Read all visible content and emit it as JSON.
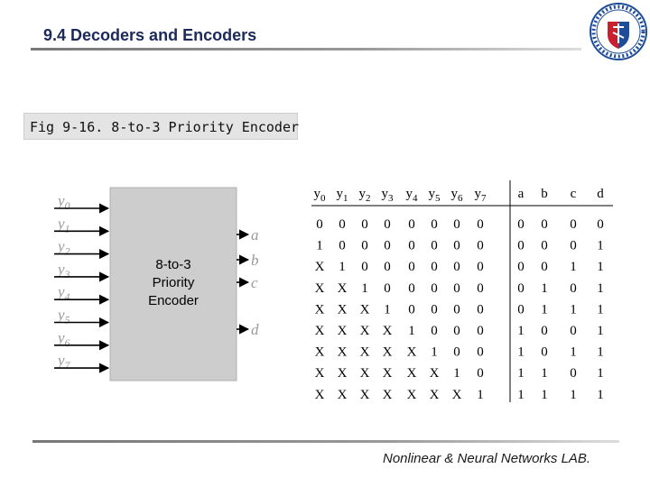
{
  "slide": {
    "title": "9.4 Decoders and Encoders",
    "caption": "Fig 9-16. 8-to-3 Priority Encoder",
    "footer": "Nonlinear & Neural Networks LAB."
  },
  "logo": {
    "name": "university-seal",
    "colors": {
      "ring": "#1f4c98",
      "shield_red": "#c8202f",
      "shield_blue": "#1f4c98"
    }
  },
  "diagram": {
    "block_lines": [
      "8-to-3",
      "Priority",
      "Encoder"
    ],
    "inputs": [
      {
        "base": "y",
        "sub": "0"
      },
      {
        "base": "y",
        "sub": "1"
      },
      {
        "base": "y",
        "sub": "2"
      },
      {
        "base": "y",
        "sub": "3"
      },
      {
        "base": "y",
        "sub": "4"
      },
      {
        "base": "y",
        "sub": "5"
      },
      {
        "base": "y",
        "sub": "6"
      },
      {
        "base": "y",
        "sub": "7"
      }
    ],
    "outputs": [
      "a",
      "b",
      "c",
      "d"
    ]
  },
  "truth_table": {
    "headers": [
      {
        "base": "y",
        "sub": "0"
      },
      {
        "base": "y",
        "sub": "1"
      },
      {
        "base": "y",
        "sub": "2"
      },
      {
        "base": "y",
        "sub": "3"
      },
      {
        "base": "y",
        "sub": "4"
      },
      {
        "base": "y",
        "sub": "5"
      },
      {
        "base": "y",
        "sub": "6"
      },
      {
        "base": "y",
        "sub": "7"
      },
      {
        "base": "a",
        "sub": ""
      },
      {
        "base": "b",
        "sub": ""
      },
      {
        "base": "c",
        "sub": ""
      },
      {
        "base": "d",
        "sub": ""
      }
    ],
    "rows": [
      [
        "0",
        "0",
        "0",
        "0",
        "0",
        "0",
        "0",
        "0",
        "0",
        "0",
        "0",
        "0"
      ],
      [
        "1",
        "0",
        "0",
        "0",
        "0",
        "0",
        "0",
        "0",
        "0",
        "0",
        "0",
        "1"
      ],
      [
        "X",
        "1",
        "0",
        "0",
        "0",
        "0",
        "0",
        "0",
        "0",
        "0",
        "1",
        "1"
      ],
      [
        "X",
        "X",
        "1",
        "0",
        "0",
        "0",
        "0",
        "0",
        "0",
        "1",
        "0",
        "1"
      ],
      [
        "X",
        "X",
        "X",
        "1",
        "0",
        "0",
        "0",
        "0",
        "0",
        "1",
        "1",
        "1"
      ],
      [
        "X",
        "X",
        "X",
        "X",
        "1",
        "0",
        "0",
        "0",
        "1",
        "0",
        "0",
        "1"
      ],
      [
        "X",
        "X",
        "X",
        "X",
        "X",
        "1",
        "0",
        "0",
        "1",
        "0",
        "1",
        "1"
      ],
      [
        "X",
        "X",
        "X",
        "X",
        "X",
        "X",
        "1",
        "0",
        "1",
        "1",
        "0",
        "1"
      ],
      [
        "X",
        "X",
        "X",
        "X",
        "X",
        "X",
        "X",
        "1",
        "1",
        "1",
        "1",
        "1"
      ]
    ]
  }
}
